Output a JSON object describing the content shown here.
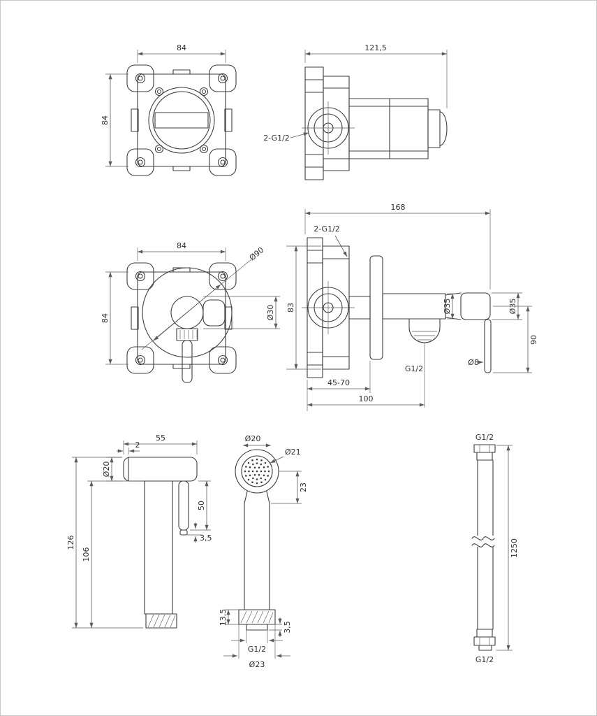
{
  "colors": {
    "background": "#ffffff",
    "line": "#3d3d3d",
    "dimension": "#5a5a5a",
    "text": "#2f2f2f",
    "border": "#c9c9c9"
  },
  "views": {
    "box_front": {
      "width": "84",
      "height": "84"
    },
    "box_side": {
      "width": "121,5",
      "thread": "2-G1/2"
    },
    "trim_front": {
      "width": "84",
      "height": "84",
      "plate_diameter": "Ø90",
      "knob_diameter": "Ø30"
    },
    "trim_side": {
      "width": "168",
      "thread": "2-G1/2",
      "height": "83",
      "body_diameter": "Ø35",
      "knob_diameter": "Ø35",
      "lever_drop": "90",
      "lever_diameter": "Ø8",
      "outlet_thread": "G1/2",
      "depth_range": "45-70",
      "outlet_offset": "100"
    },
    "sprayer_side": {
      "head_length": "55",
      "wall_thickness": "2",
      "head_diameter": "Ø20",
      "trigger_length": "50",
      "total_height": "126",
      "body_height": "106",
      "tip_length": "3,5"
    },
    "sprayer_front": {
      "pattern_diameter": "Ø20",
      "face_diameter": "Ø21",
      "head_depth": "23",
      "nut_height": "13,5",
      "tip_height": "3,5",
      "thread": "G1/2",
      "nut_diameter": "Ø23"
    },
    "hose": {
      "top_thread": "G1/2",
      "length": "1250",
      "bottom_thread": "G1/2"
    }
  }
}
